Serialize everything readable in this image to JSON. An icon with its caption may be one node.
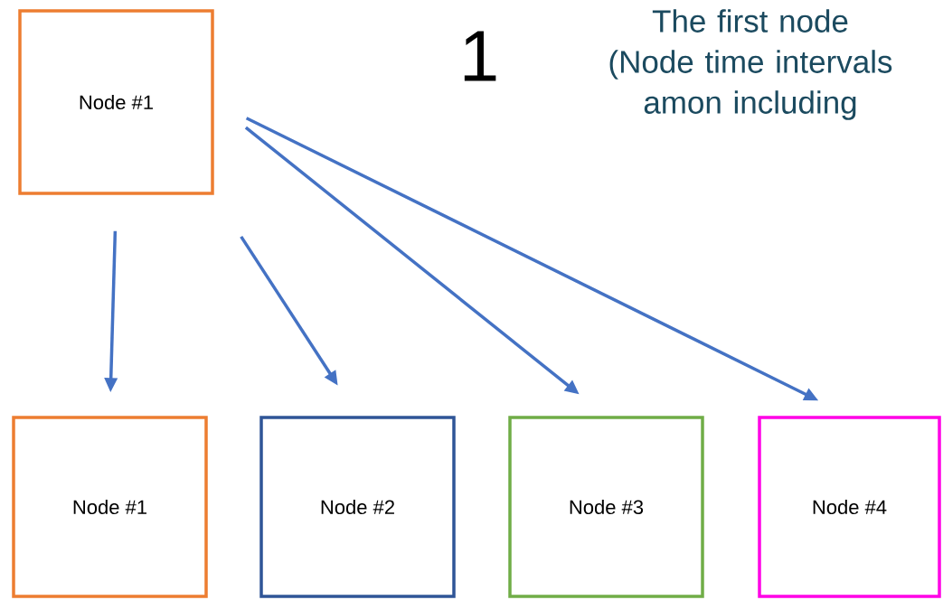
{
  "diagram": {
    "nodes": [
      {
        "text": [
          "Node #1"
        ]
      },
      {
        "text": [
          "Node #1"
        ]
      },
      {
        "text": [
          "Node #2"
        ]
      },
      {
        "text": [
          "Node #3"
        ]
      },
      {
        "text": [
          "Node #4"
        ]
      }
    ],
    "edges": [
      {
        "from": 0,
        "to": 1,
        "arrow": "to"
      },
      {
        "from": 0,
        "to": 2,
        "arrow": "to"
      },
      {
        "from": 0,
        "to": 3,
        "arrow": "to"
      },
      {
        "from": 0,
        "to": 4,
        "arrow": "to"
      }
    ],
    "labels": [
      "1",
      "The first node (Node time intervals amon including"
    ]
  }
}
